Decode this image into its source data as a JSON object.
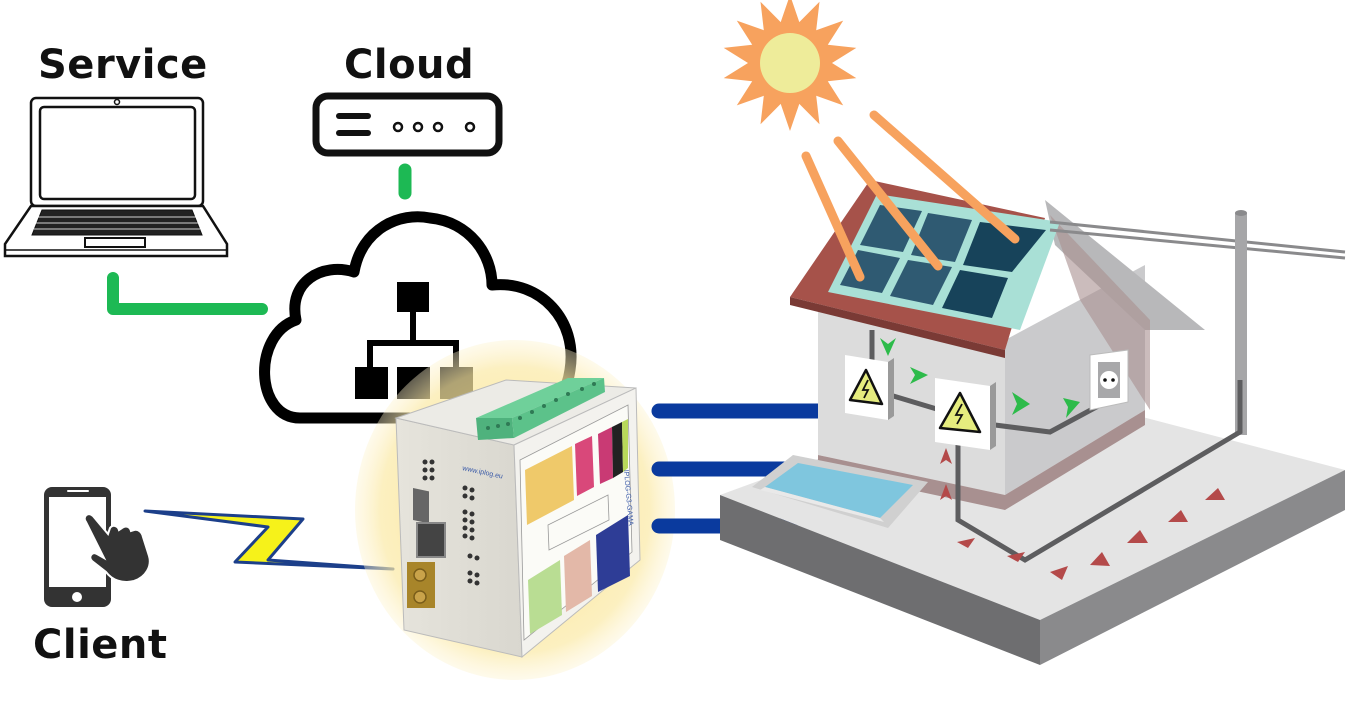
{
  "diagram": {
    "title": "Solar house monitoring system with IPLOG gateway",
    "nodes": {
      "service": {
        "label": "Service",
        "icon": "laptop-icon"
      },
      "cloud": {
        "label": "Cloud",
        "icon": "server-icon"
      },
      "client": {
        "label": "Client",
        "icon": "smartphone-touch-icon"
      },
      "network": {
        "icon": "cloud-network-icon"
      },
      "gateway": {
        "icon": "iplog-gateway-device",
        "brand_text": "www.iplog.eu",
        "model_text": "IPLOG-G3-GAMA"
      },
      "house": {
        "icon": "solar-house-icon"
      }
    },
    "connections": [
      {
        "from": "service",
        "to": "network",
        "type": "wired",
        "color": "#1db954"
      },
      {
        "from": "cloud",
        "to": "network",
        "type": "wired",
        "color": "#1db954"
      },
      {
        "from": "client",
        "to": "gateway",
        "type": "wireless",
        "color": "#f5f000"
      },
      {
        "from": "gateway",
        "to": "house",
        "type": "cable",
        "color": "#0a3a9e",
        "count": 3
      }
    ],
    "colors": {
      "green_link": "#1db954",
      "blue_cable": "#0a3a9e",
      "sun_rays": "#f7a25e",
      "sun_core": "#eeec9a",
      "roof": "#a6524a",
      "panel": "#2f5a72",
      "panel_frame": "#a9e0d6",
      "flow_green": "#2dbb4a",
      "flow_red": "#b44a4a",
      "glow": "#fbe9a5"
    }
  }
}
